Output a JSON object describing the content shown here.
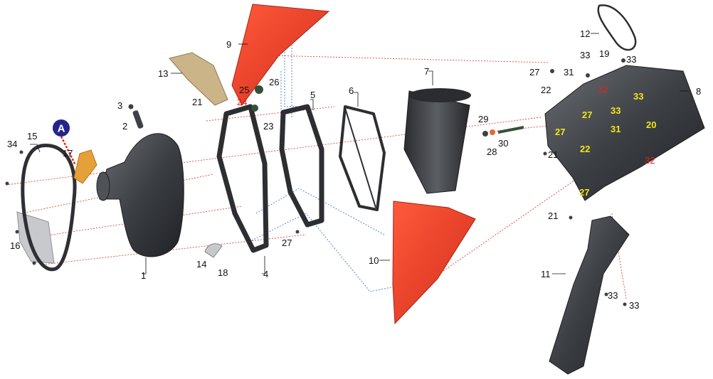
{
  "diagram": {
    "badge": {
      "text": "A",
      "color": "#24248a"
    },
    "colors": {
      "body": "#3c3f44",
      "red_panel": "#e63b26",
      "red_leader": "#d9453a",
      "blue_leader": "#3f7fd0",
      "yellow_label": "#f2e516"
    },
    "parts": [
      {
        "id": "1",
        "text": "1"
      },
      {
        "id": "2",
        "text": "2"
      },
      {
        "id": "3",
        "text": "3"
      },
      {
        "id": "4",
        "text": "4"
      },
      {
        "id": "5",
        "text": "5"
      },
      {
        "id": "6",
        "text": "6"
      },
      {
        "id": "7",
        "text": "7"
      },
      {
        "id": "8",
        "text": "8"
      },
      {
        "id": "9",
        "text": "9"
      },
      {
        "id": "10",
        "text": "10"
      },
      {
        "id": "11",
        "text": "11"
      },
      {
        "id": "12",
        "text": "12"
      },
      {
        "id": "13",
        "text": "13"
      },
      {
        "id": "14",
        "text": "14"
      },
      {
        "id": "15",
        "text": "15"
      },
      {
        "id": "16",
        "text": "16"
      },
      {
        "id": "17",
        "text": "17"
      },
      {
        "id": "18",
        "text": "18"
      },
      {
        "id": "19",
        "text": "19"
      },
      {
        "id": "20",
        "text": "20"
      },
      {
        "id": "21",
        "text": "21"
      },
      {
        "id": "22",
        "text": "22"
      },
      {
        "id": "23",
        "text": "23"
      },
      {
        "id": "24",
        "text": "24"
      },
      {
        "id": "25",
        "text": "25"
      },
      {
        "id": "26",
        "text": "26"
      },
      {
        "id": "27",
        "text": "27"
      },
      {
        "id": "28",
        "text": "28"
      },
      {
        "id": "29",
        "text": "29"
      },
      {
        "id": "30",
        "text": "30"
      },
      {
        "id": "31",
        "text": "31"
      },
      {
        "id": "32",
        "text": "32"
      },
      {
        "id": "33",
        "text": "33"
      },
      {
        "id": "34",
        "text": "34"
      }
    ]
  }
}
